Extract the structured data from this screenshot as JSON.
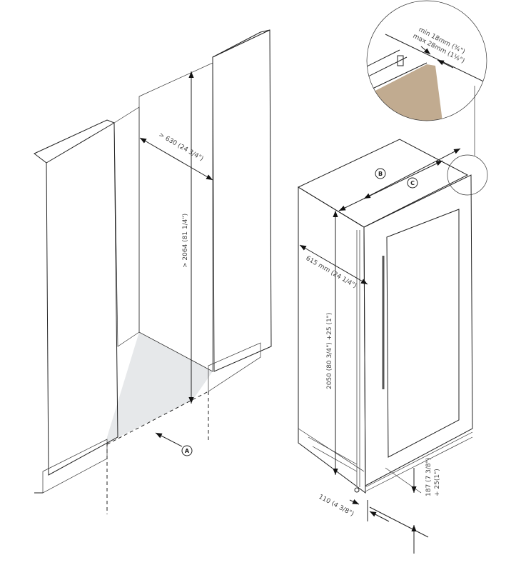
{
  "colors": {
    "panel": "#c1ab90",
    "niche_back": "#dfe1e3",
    "niche_side": "#c9ccd0",
    "floor": "#e6e8ea",
    "base": "#c9d3e6",
    "glass": "#cfe7f3",
    "frame": "#ffffff"
  },
  "callouts": {
    "a": "A",
    "b": "B",
    "c": "C"
  },
  "dimensions": {
    "niche_width": "> 630 (24 3/4\")",
    "niche_height": "> 2064 (81 1/4\")",
    "depth": "615 mm (24 1/4\")",
    "height": "2050 (80 3/4\") +25 (1\")",
    "plinth_height_1": "187 (7 3/8\")",
    "plinth_height_2": "+ 25(1\")",
    "plinth_depth": "110 (4 3/8\")",
    "gap_min": "min 18mm (¾\")",
    "gap_max": "max 28mm (1⅛\")"
  }
}
